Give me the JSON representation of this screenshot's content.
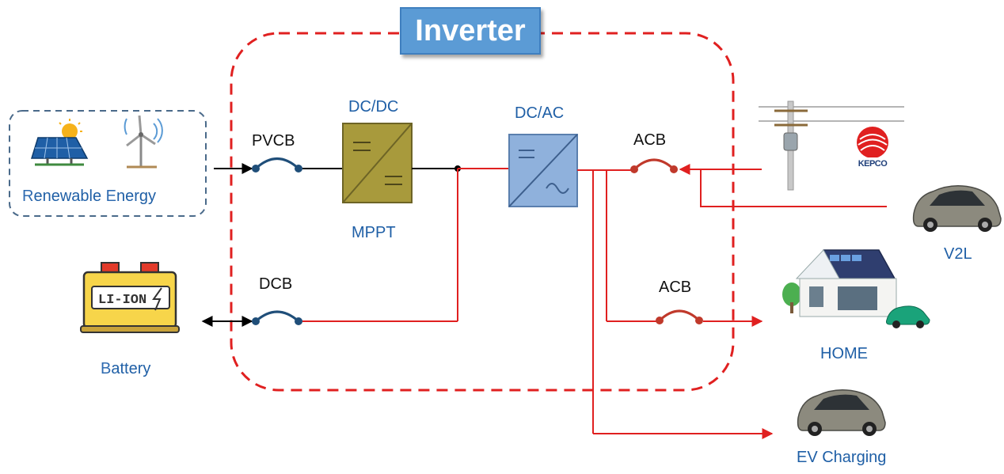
{
  "inverter": {
    "title": "Inverter"
  },
  "renewable": {
    "label_r": "R",
    "label_rest1": "enewable ",
    "label_e": "E",
    "label_rest2": "nergy"
  },
  "battery": {
    "label_b": "B",
    "label_rest": "attery",
    "cell_text": "LI-ION"
  },
  "components": {
    "pvcb": "PVCB",
    "dcb": "DCB",
    "dcdc": "DC/DC",
    "mppt": "MPPT",
    "dcac": "DC/AC",
    "acb_grid": "ACB",
    "acb_home": "ACB"
  },
  "loads": {
    "v2l": "V2L",
    "home": "HOME",
    "ev_charging": "EV Charging",
    "utility_logo": "KEPCO"
  },
  "colors": {
    "ac_line": "#e02020",
    "dc_line": "#000000",
    "inverter_border": "#e02020",
    "converter_dcdc": "#a89a3c",
    "converter_dcac": "#8fb1dc",
    "label_blue": "#1f5fa6"
  }
}
